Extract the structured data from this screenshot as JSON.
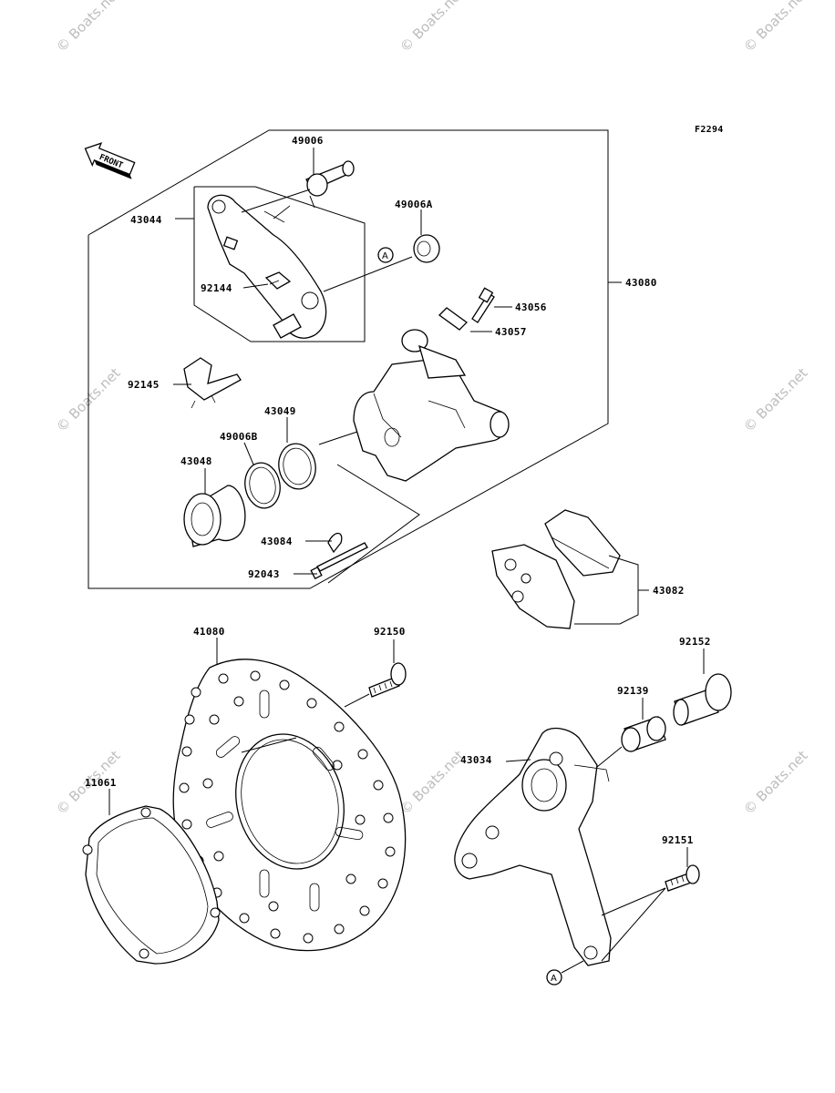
{
  "figure_code": "F2294",
  "front_label": "FRONT",
  "watermark": "© Boats.net",
  "ref_marker": "A",
  "labels": {
    "p49006": "49006",
    "p49006A": "49006A",
    "p43044": "43044",
    "p92144": "92144",
    "p43056": "43056",
    "p43057": "43057",
    "p43080": "43080",
    "p92145": "92145",
    "p43049": "43049",
    "p49006B": "49006B",
    "p43048": "43048",
    "p43084": "43084",
    "p92043": "92043",
    "p43082": "43082",
    "p41080": "41080",
    "p92150": "92150",
    "p92152": "92152",
    "p92139": "92139",
    "p43034": "43034",
    "p11061": "11061",
    "p92151": "92151"
  }
}
